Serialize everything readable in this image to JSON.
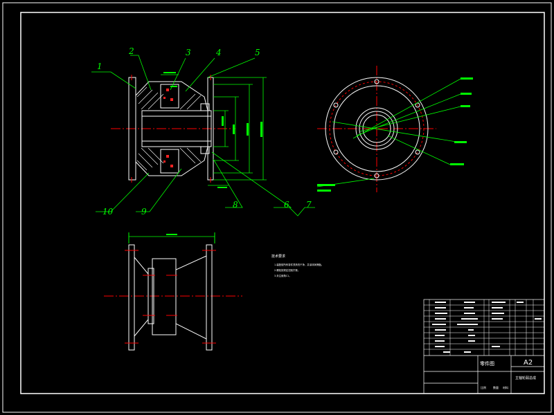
{
  "drawing": {
    "sheet_size": "A2",
    "title_block_label": "零件图",
    "drawing_name": "主轴轮毂总成",
    "background": "#000000",
    "colors": {
      "outline": "#ffffff",
      "dimension": "#00ff00",
      "center_line": "#ff0000",
      "leader": "#00ff00",
      "hatch": "#ff2222",
      "annotation": "#ffffff"
    }
  },
  "balloons": [
    "1",
    "2",
    "3",
    "4",
    "5",
    "6",
    "7",
    "8",
    "9",
    "10"
  ],
  "tech_notes": {
    "title": "技术要求",
    "items": [
      "1.装配前所有零件须清洗干净，并涂抹润滑脂。",
      "2.螺栓按规定扭矩拧紧。",
      "3.未注倒角C1。"
    ]
  },
  "title_block": {
    "scale_label": "比例",
    "quantity_label": "数量",
    "material_label": "材料"
  }
}
